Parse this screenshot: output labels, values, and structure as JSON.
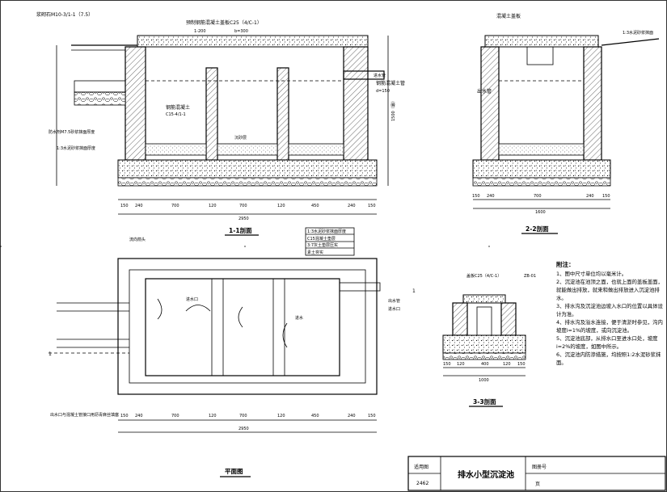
{
  "left_section": {
    "title": "1-1剖面",
    "labels": {
      "top_left": "浆砌石M10-3/1-1（7.5）",
      "cover": "预制钢筋混凝土盖板C25（4/C-1）",
      "cover_spec": "1-200",
      "cover_size": "b=300",
      "pipe_top": "钢筋混凝土管",
      "pipe_spec": "d=150",
      "inner_wall": "钢筋混凝土",
      "inner_wall_spec": "C15-4/1-1",
      "sediment": "沉砂层",
      "waterproof": "防水剂M7.5砂浆抹面厚度",
      "base": "1:3水泥砂浆抹面厚度",
      "right_label": "进水管",
      "right_dim": "1500（最）"
    },
    "dims_bottom": [
      "150",
      "240",
      "700",
      "120",
      "700",
      "120",
      "450",
      "240",
      "150"
    ],
    "total": "2950",
    "legend": [
      "1:3水泥砂浆抹面厚度",
      "C15混凝土垫层",
      "3:7灰土垫层压实",
      "素土夯实"
    ]
  },
  "right_section": {
    "title": "2-2剖面",
    "labels": {
      "top": "混凝土盖板",
      "right": "1:3水泥砂浆抹面",
      "pipe": "出水管"
    },
    "dims_bottom": [
      "150",
      "240",
      "700",
      "240",
      "150"
    ],
    "total": "1600"
  },
  "plan": {
    "title": "平面图",
    "labels": {
      "arrow_note": "流向箭头",
      "mid": "进水口",
      "inlet": "进水",
      "outlet": "进水口",
      "pipe_out": "出水管",
      "bottom_note": "出水口与混凝土管接口用沥青麻丝填塞"
    },
    "section_marks": [
      "1",
      "1"
    ],
    "dims_bottom": [
      "150",
      "240",
      "700",
      "120",
      "700",
      "120",
      "450",
      "240",
      "150"
    ],
    "total": "2950"
  },
  "detail": {
    "title": "3-3剖面",
    "label": "盖板C25（4/C-1）",
    "spec": "ZB-01",
    "dims_bottom": [
      "150",
      "120",
      "400",
      "120",
      "150"
    ],
    "total": "1000"
  },
  "notes": {
    "heading": "附注：",
    "items": [
      "1、图中尺寸单位均以毫米计。",
      "2、沉淀池在池顶之面，也就上面的盖板盖面，就能做出排放，就来和做出排放进入沉淀池排水。",
      "3、排水沟及沉淀池边坡入水口的位置以具体设计为准。",
      "4、排水沟及溢水连接，便于清淤时参见，沟内坡度i=1%的坡度，或向沉淀池。",
      "5、沉淀池底部，从排水口至进水口处，坡度i=2%的坡度，如图中所示。",
      "6、沉淀池内防渗措施，均按照1:2水泥砂浆抹面。"
    ]
  },
  "title_block": {
    "label_left": "适用图",
    "code": "2462",
    "title": "排水小型沉淀池",
    "sheet_label": "图册号",
    "page_label": "页"
  }
}
